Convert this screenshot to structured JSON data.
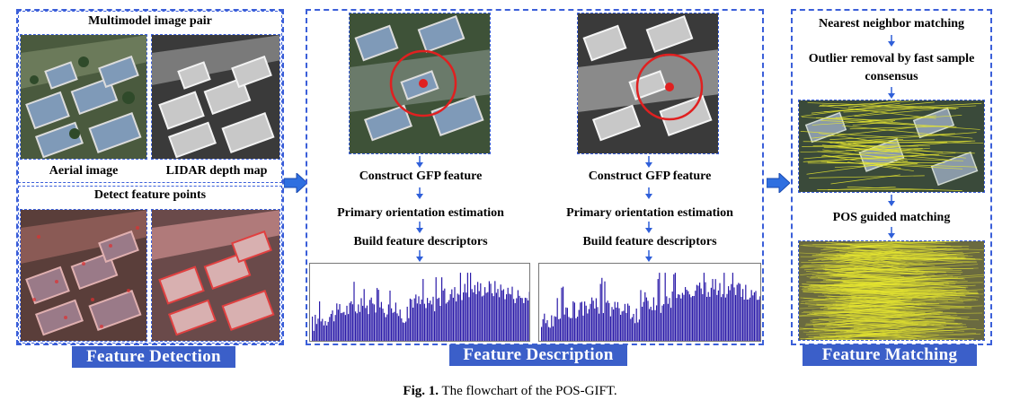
{
  "detection": {
    "pair_title": "Multimodel image pair",
    "aerial_label": "Aerial image",
    "lidar_label": "LIDAR  depth map",
    "detect_title": "Detect feature points",
    "section_label": "Feature Detection"
  },
  "description": {
    "left": {
      "step1": "Construct GFP feature",
      "step2": "Primary orientation estimation",
      "step3": "Build feature descriptors"
    },
    "right": {
      "step1": "Construct GFP feature",
      "step2": "Primary orientation estimation",
      "step3": "Build feature descriptors"
    },
    "section_label": "Feature Description"
  },
  "matching": {
    "step1": "Nearest neighbor matching",
    "step2_line1": "Outlier removal by fast sample",
    "step2_line2": "consensus",
    "step3": "POS guided matching",
    "section_label": "Feature Matching"
  },
  "caption": {
    "label": "Fig. 1.",
    "text": "The flowchart of the POS-GIFT."
  },
  "colors": {
    "dashed_border": "#3b5fd9",
    "section_bar": "#3b5fc9",
    "histogram": "#2a1aa8",
    "circle": "#e02020",
    "match_lines": "#e8e830"
  }
}
